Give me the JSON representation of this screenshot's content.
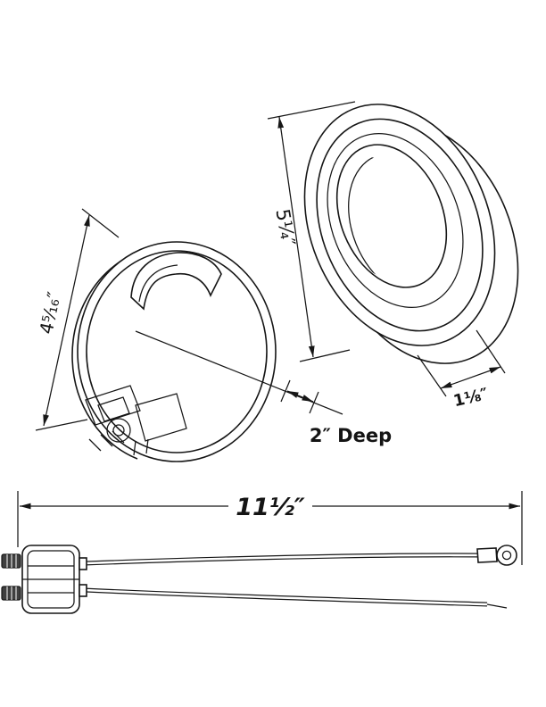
{
  "page": {
    "background": "#ffffff",
    "line_color": "#161616"
  },
  "diagram": {
    "type": "technical-line-drawing",
    "subject": "round lamp with grommet and pigtail harness",
    "labels": {
      "grommet_diameter": "5¼″",
      "grommet_depth": "1⅛″",
      "lens_diameter": "4⁵⁄₁₆″",
      "lamp_depth": "2″ Deep",
      "pigtail_length": "11½″"
    }
  }
}
